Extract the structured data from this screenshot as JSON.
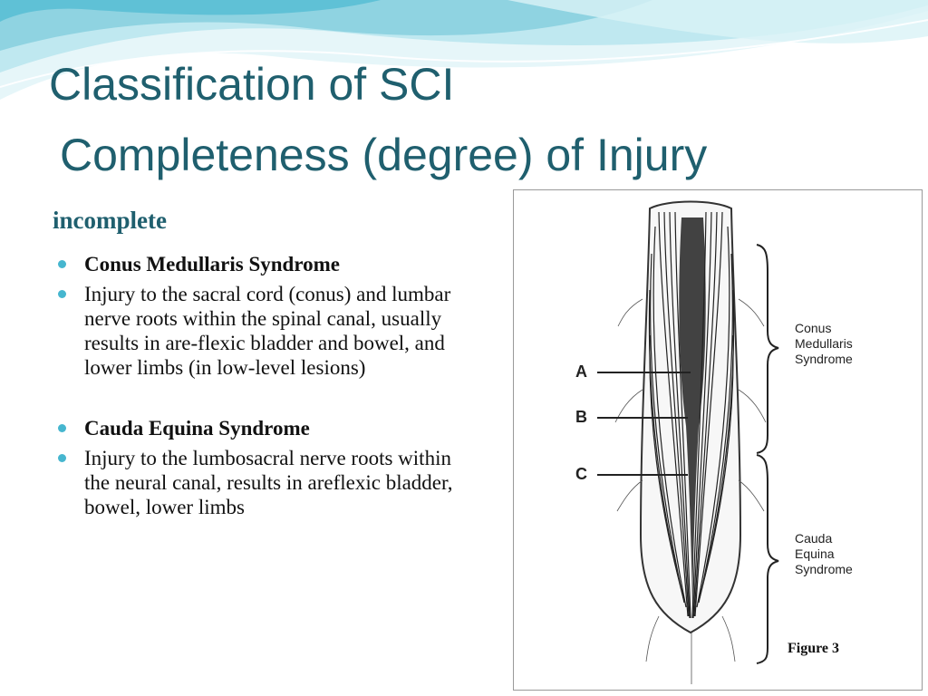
{
  "slide": {
    "title_line1": "Classification of SCI",
    "title_line2": "Completeness (degree) of Injury",
    "subheading": "incomplete",
    "bullets": [
      {
        "text": "Conus Medullaris Syndrome",
        "bold": true
      },
      {
        "text": "Injury to the sacral cord (conus) and lumbar nerve roots within the spinal canal, usually results in are-flexic bladder and bowel, and lower limbs (in low-level lesions)",
        "bold": false
      },
      {
        "text": "Cauda Equina Syndrome",
        "bold": true
      },
      {
        "text": "Injury to the lumbosacral nerve roots within the neural canal, results in areflexic bladder, bowel, lower limbs",
        "bold": false
      }
    ]
  },
  "figure": {
    "label_conus": "Conus\nMedullaris\nSyndrome",
    "label_cauda": "Cauda\nEquina\nSyndrome",
    "letter_a": "A",
    "letter_b": "B",
    "letter_c": "C",
    "caption": "Figure 3"
  },
  "colors": {
    "title": "#1f5f6e",
    "bullet": "#46b6cf",
    "wave_light": "#cdeef3",
    "wave_mid": "#8fd3e1",
    "wave_dark": "#46b6cf"
  }
}
